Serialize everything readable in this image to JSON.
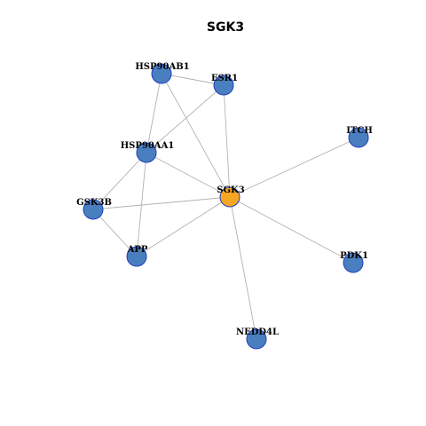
{
  "title": "SGK3",
  "colors": {
    "center_node": "#f5a623",
    "neighbor_node": "#4a7fbf",
    "node_border": "#1f3fbf",
    "edge": "#b3b3b3"
  },
  "nodes": [
    {
      "id": "SGK3",
      "label": "SGK3",
      "role": "center"
    },
    {
      "id": "HSP90AB1",
      "label": "HSP90AB1",
      "role": "neighbor"
    },
    {
      "id": "ESR1",
      "label": "ESR1",
      "role": "neighbor"
    },
    {
      "id": "HSP90AA1",
      "label": "HSP90AA1",
      "role": "neighbor"
    },
    {
      "id": "ITCH",
      "label": "ITCH",
      "role": "neighbor"
    },
    {
      "id": "GSK3B",
      "label": "GSK3B",
      "role": "neighbor"
    },
    {
      "id": "APP",
      "label": "APP",
      "role": "neighbor"
    },
    {
      "id": "PDK1",
      "label": "PDK1",
      "role": "neighbor"
    },
    {
      "id": "NEDD4L",
      "label": "NEDD4L",
      "role": "neighbor"
    }
  ],
  "edges": [
    [
      "HSP90AB1",
      "ESR1"
    ],
    [
      "HSP90AB1",
      "HSP90AA1"
    ],
    [
      "HSP90AB1",
      "SGK3"
    ],
    [
      "ESR1",
      "HSP90AA1"
    ],
    [
      "ESR1",
      "SGK3"
    ],
    [
      "HSP90AA1",
      "SGK3"
    ],
    [
      "HSP90AA1",
      "GSK3B"
    ],
    [
      "HSP90AA1",
      "APP"
    ],
    [
      "GSK3B",
      "SGK3"
    ],
    [
      "GSK3B",
      "APP"
    ],
    [
      "APP",
      "SGK3"
    ],
    [
      "ITCH",
      "SGK3"
    ],
    [
      "PDK1",
      "SGK3"
    ],
    [
      "NEDD4L",
      "SGK3"
    ]
  ]
}
